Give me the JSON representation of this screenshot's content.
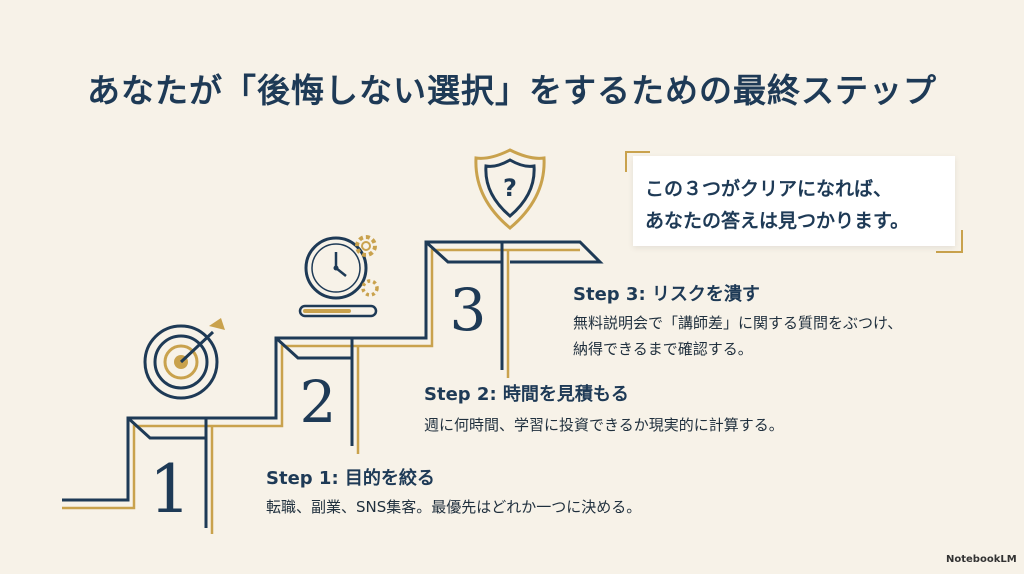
{
  "title": "あなたが「後悔しない選択」をするための最終ステップ",
  "callout": {
    "line1": "この３つがクリアになれば、",
    "line2": "あなたの答えは見つかります。"
  },
  "steps": [
    {
      "number": "1",
      "title": "Step 1: 目的を絞る",
      "desc": "転職、副業、SNS集客。最優先はどれか一つに決める。"
    },
    {
      "number": "2",
      "title": "Step 2: 時間を見積もる",
      "desc": "週に何時間、学習に投資できるか現実的に計算する。"
    },
    {
      "number": "3",
      "title": "Step 3: リスクを潰す",
      "desc_line1": "無料説明会で「講師差」に関する質問をぶつけ、",
      "desc_line2": "納得できるまで確認する。"
    }
  ],
  "icons": [
    "target-icon",
    "clock-gear-icon",
    "shield-question-icon"
  ],
  "colors": {
    "navy": "#1e3a56",
    "gold": "#c9a24d",
    "background": "#f7f2e8"
  },
  "brand": "NotebookLM"
}
